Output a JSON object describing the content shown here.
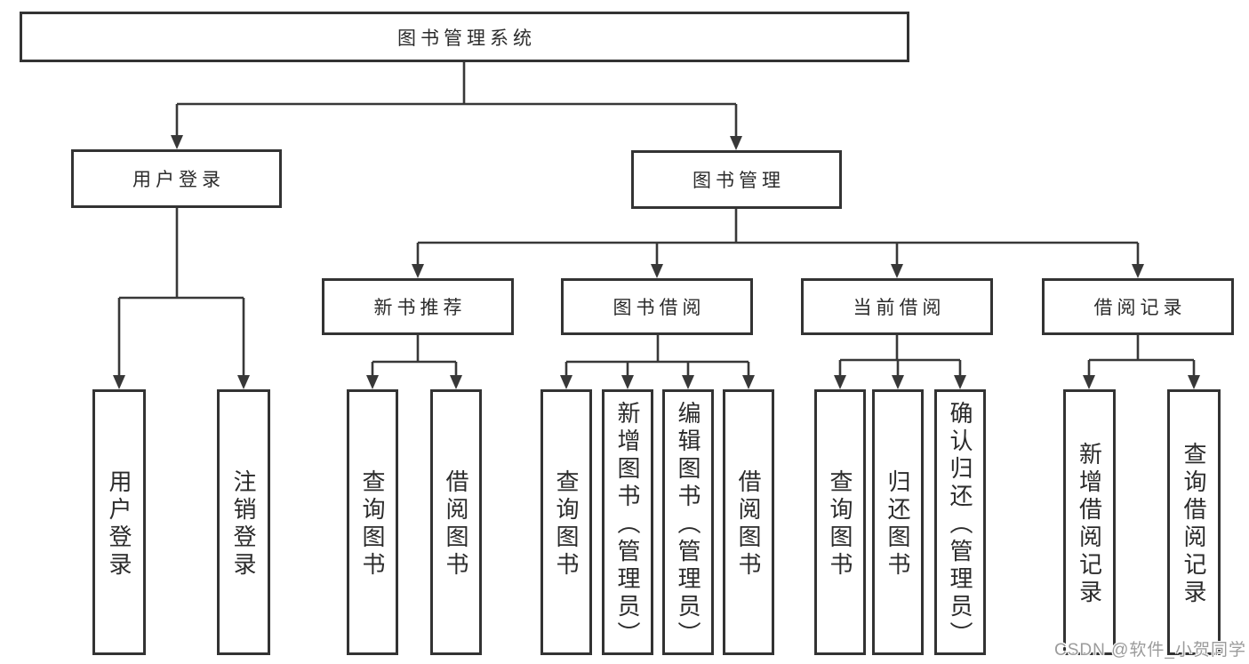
{
  "tree": {
    "root": "图书管理系统",
    "branches": [
      {
        "label": "用户登录",
        "children": [
          "用户登录",
          "注销登录"
        ]
      },
      {
        "label": "图书管理",
        "children": [
          {
            "label": "新书推荐",
            "children": [
              "查询图书",
              "借阅图书"
            ]
          },
          {
            "label": "图书借阅",
            "children": [
              "查询图书",
              "新增图书（管理员）",
              "编辑图书（管理员）",
              "借阅图书"
            ]
          },
          {
            "label": "当前借阅",
            "children": [
              "查询图书",
              "归还图书",
              "确认归还（管理员）"
            ]
          },
          {
            "label": "借阅记录",
            "children": [
              "新增借阅记录",
              "查询借阅记录"
            ]
          }
        ]
      }
    ]
  },
  "watermark": "CSDN @软件_小贺同学",
  "colors": {
    "line": "#383838",
    "box_border": "#333333",
    "text": "#2b2b2b",
    "background": "#ffffff",
    "watermark": "#9b9b9b"
  }
}
